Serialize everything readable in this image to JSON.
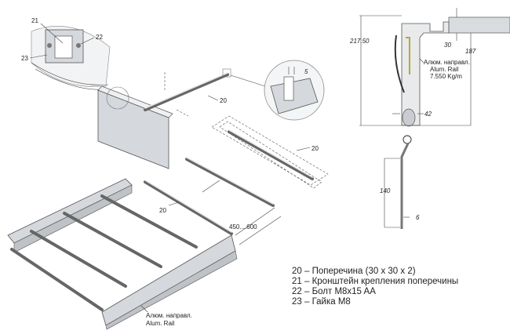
{
  "callouts": {
    "part21": "21",
    "part22": "22",
    "part23": "23",
    "part20_a": "20",
    "part20_b": "20",
    "part20_c": "20",
    "detail_dim": "5",
    "spacing": "450....600"
  },
  "rail_label_bottom": {
    "line1": "Алюм. направл.",
    "line2": "Alum. Rail"
  },
  "section": {
    "height_total": "217.50",
    "dim_30": "30",
    "dim_187": "187",
    "dim_42": "42",
    "dim_140": "140",
    "dim_6": "6",
    "rail_label": {
      "line1": "Алюм. направл.",
      "line2": "Alum. Rail",
      "weight": "7.550 Kg/m"
    }
  },
  "legend": [
    "20 – Поперечина (30 x 30 x 2)",
    "21 – Кронштейн крепления поперечины",
    "22 – Болт M8x15 AA",
    "23 – Гайка M8"
  ],
  "colors": {
    "metal": "#d5d8dc",
    "highlight": "#b7a83a"
  }
}
